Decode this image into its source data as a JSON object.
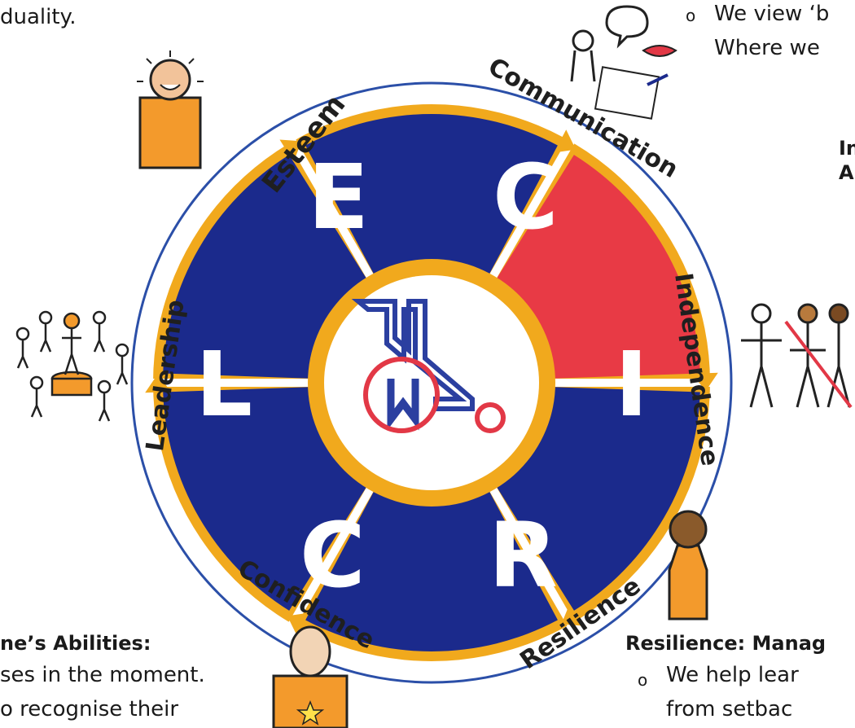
{
  "texts": {
    "top_left": "duality.",
    "top_right_1": "We view ‘b",
    "top_right_2": "Where we",
    "right_bold_1": "In",
    "right_bold_2": "A",
    "bottom_left_heading": "ne’s Abilities:",
    "bottom_left_1": "ses in the moment.",
    "bottom_left_2": "o recognise their",
    "bottom_right_heading": "Resilience: Manag",
    "bottom_right_1": "We help lear",
    "bottom_right_2": "from setbac",
    "bullet": "o"
  },
  "wheel": {
    "segments": [
      {
        "letter": "E",
        "label": "Esteem",
        "color": "#1b2a8c"
      },
      {
        "letter": "C",
        "label": "Communication",
        "color": "#e83a45"
      },
      {
        "letter": "I",
        "label": "Independence",
        "color": "#1b2a8c"
      },
      {
        "letter": "R",
        "label": "Resilience",
        "color": "#1b2a8c"
      },
      {
        "letter": "C",
        "label": "Confidence",
        "color": "#1b2a8c"
      },
      {
        "letter": "L",
        "label": "Leadership",
        "color": "#1b2a8c"
      }
    ],
    "ring_color": "#f1a91d",
    "outline_color": "#2b4fa8"
  }
}
